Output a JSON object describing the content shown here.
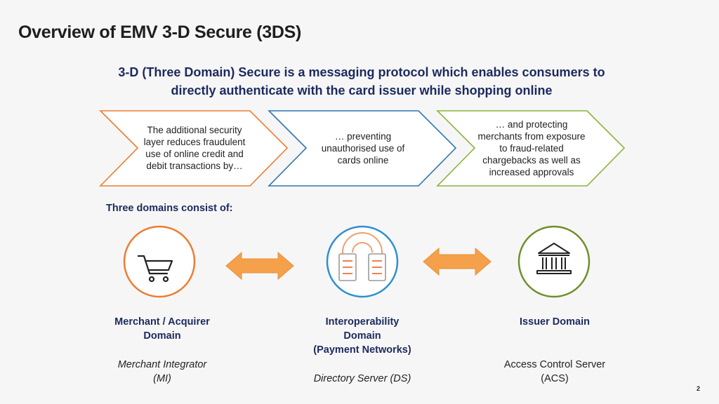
{
  "title": "Overview of EMV 3-D Secure (3DS)",
  "subtitle_line1": "3-D (Three Domain) Secure is a messaging protocol which enables consumers to",
  "subtitle_line2": "directly authenticate with the card issuer while shopping online",
  "steps": [
    {
      "text": "The additional security layer reduces fraudulent use of online credit and debit transactions by…",
      "color": "#ed7d31"
    },
    {
      "text": "… preventing unauthorised use of cards online",
      "color": "#2e75b6"
    },
    {
      "text": "… and protecting merchants from exposure to fraud-related chargebacks as well as increased approvals",
      "color": "#8cb33e"
    }
  ],
  "domains_heading": "Three domains consist of:",
  "domains": [
    {
      "name_line1": "Merchant / Acquirer",
      "name_line2": "Domain",
      "name_line3": "",
      "role_line1": "Merchant Integrator",
      "role_line2": "(MI)",
      "icon": "shopping-cart-icon",
      "color": "#ed7d31"
    },
    {
      "name_line1": "Interoperability",
      "name_line2": "Domain",
      "name_line3": "(Payment Networks)",
      "role_line1": "",
      "role_line2": "Directory Server (DS)",
      "icon": "server-network-icon",
      "color": "#2e8fd0"
    },
    {
      "name_line1": "Issuer Domain",
      "name_line2": "",
      "name_line3": "",
      "role_line1": "Access Control Server",
      "role_line2": "(ACS)",
      "icon": "bank-icon",
      "color": "#6f8f2a"
    }
  ],
  "connector_color": "#f5a04a",
  "page_number": "2"
}
